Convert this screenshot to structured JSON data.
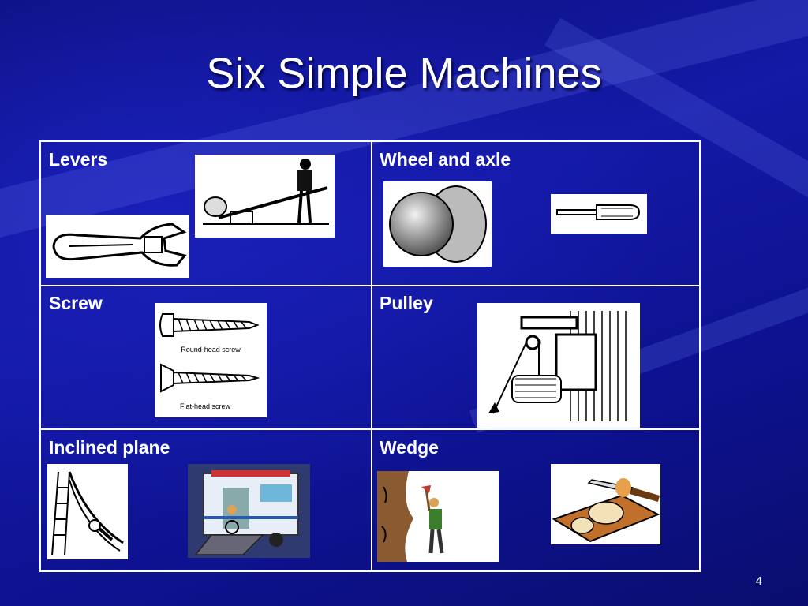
{
  "slide": {
    "title": "Six Simple Machines",
    "page_number": "4"
  },
  "cells": {
    "levers": {
      "label": "Levers"
    },
    "wheel_axle": {
      "label": "Wheel and axle"
    },
    "screw": {
      "label": "Screw",
      "caption_round": "Round-head screw",
      "caption_flat": "Flat-head screw"
    },
    "pulley": {
      "label": "Pulley"
    },
    "inclined_plane": {
      "label": "Inclined plane"
    },
    "wedge": {
      "label": "Wedge"
    }
  },
  "colors": {
    "background": "#0a0f8a",
    "text": "#ffffff",
    "grid_lines": "#ffffff"
  }
}
